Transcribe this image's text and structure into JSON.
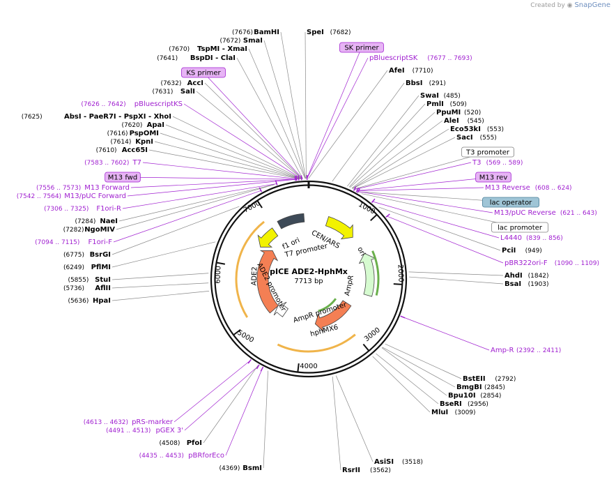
{
  "credit": {
    "prefix": "Created by",
    "brand": "SnapGene"
  },
  "plasmid": {
    "name": "pICE ADE2-HphMx",
    "length": "7713 bp",
    "total_bp": 7713
  },
  "ticks": [
    "1000",
    "2000",
    "3000",
    "4000",
    "5000",
    "6000",
    "7000"
  ],
  "features": [
    {
      "name": "CEN/ARS",
      "start": 7100,
      "end": 7620,
      "color": "#3d4a57",
      "type": "rect"
    },
    {
      "name": "ori",
      "start": 380,
      "end": 1000,
      "color": "#f2f200",
      "type": "arrow-cw",
      "label_inside": true
    },
    {
      "name": "AmpR",
      "start": 1400,
      "end": 2260,
      "color": "#d6fbd0",
      "type": "arrow-ccw",
      "label_inside": true
    },
    {
      "name": "hphMX6",
      "start": 2620,
      "end": 3680,
      "color": "#f47f54",
      "type": "arrow-cw",
      "label_inside": true
    },
    {
      "name": "ADE2",
      "start": 4900,
      "end": 6600,
      "color": "#f47f54",
      "type": "arrow-cw",
      "label_inside": true
    },
    {
      "name": "f1 ori",
      "start": 6500,
      "end": 6950,
      "color": "#f2f200",
      "type": "arrow-ccw"
    },
    {
      "name": "ADE2 promoter",
      "start": 4600,
      "end": 4900,
      "color": "#ffffff",
      "type": "arrow-cw"
    }
  ],
  "inner_labels": {
    "f1_ori": "f1 ori",
    "t7_promoter": "T7 promoter",
    "cen_ars": "CEN/ARS",
    "ori": "ori",
    "ampr": "AmpR",
    "ampr_promoter": "AmpR promoter",
    "hphmx6": "hphMX6",
    "ade2": "ADE2",
    "ade2_promoter": "ADE2 promoter"
  },
  "labels": [
    {
      "kind": "enz",
      "name": "BamHI",
      "pos": "(7676)",
      "bp": 7676
    },
    {
      "kind": "enz",
      "name": "SpeI",
      "pos": "(7682)",
      "bp": 7682
    },
    {
      "kind": "enz",
      "name": "SmaI",
      "pos": "(7672)",
      "bp": 7672
    },
    {
      "kind": "enz",
      "name": "TspMI - XmaI",
      "pos": "(7670)",
      "bp": 7670
    },
    {
      "kind": "enz",
      "name": "BspDI - ClaI",
      "pos": "(7641)",
      "bp": 7641
    },
    {
      "kind": "box",
      "name": "KS primer",
      "bp": 7640,
      "fill": "#e7b4f5",
      "stroke": "#a020d0"
    },
    {
      "kind": "box",
      "name": "SK primer",
      "bp": 7690,
      "fill": "#e7b4f5",
      "stroke": "#a020d0"
    },
    {
      "kind": "prim",
      "name": "pBluescriptSK",
      "pos": "(7677 .. 7693)",
      "bp": 7693
    },
    {
      "kind": "enz",
      "name": "AfeI",
      "pos": "(7710)",
      "bp": 7710
    },
    {
      "kind": "enz",
      "name": "AccI",
      "pos": "(7632)",
      "bp": 7632
    },
    {
      "kind": "enz",
      "name": "SalI",
      "pos": "(7631)",
      "bp": 7631
    },
    {
      "kind": "enz",
      "name": "BbsI",
      "pos": "(291)",
      "bp": 291
    },
    {
      "kind": "prim",
      "name": "pBluescriptKS",
      "pos": "(7626 .. 7642)",
      "bp": 7626
    },
    {
      "kind": "enz",
      "name": "SwaI",
      "pos": "(485)",
      "bp": 485
    },
    {
      "kind": "enz",
      "name": "PmlI",
      "pos": "(509)",
      "bp": 509
    },
    {
      "kind": "enz",
      "name": "AbsI - PaeR7I - PspXI - XhoI",
      "pos": "(7625)",
      "bp": 7625
    },
    {
      "kind": "enz",
      "name": "PpuMI",
      "pos": "(520)",
      "bp": 520
    },
    {
      "kind": "enz",
      "name": "ApaI",
      "pos": "(7620)",
      "bp": 7620
    },
    {
      "kind": "enz",
      "name": "AleI",
      "pos": "(545)",
      "bp": 545
    },
    {
      "kind": "enz",
      "name": "PspOMI",
      "pos": "(7616)",
      "bp": 7616
    },
    {
      "kind": "enz",
      "name": "Eco53kI",
      "pos": "(553)",
      "bp": 553
    },
    {
      "kind": "enz",
      "name": "KpnI",
      "pos": "(7614)",
      "bp": 7614
    },
    {
      "kind": "enz",
      "name": "SacI",
      "pos": "(555)",
      "bp": 555
    },
    {
      "kind": "enz",
      "name": "Acc65I",
      "pos": "(7610)",
      "bp": 7610
    },
    {
      "kind": "box",
      "name": "T3 promoter",
      "bp": 570,
      "fill": "#ffffff",
      "stroke": "#808080"
    },
    {
      "kind": "prim",
      "name": "T7",
      "pos": "(7583 .. 7602)",
      "bp": 7590
    },
    {
      "kind": "prim",
      "name": "T3",
      "pos": "(569 .. 589)",
      "bp": 580
    },
    {
      "kind": "box",
      "name": "M13 fwd",
      "bp": 7560,
      "fill": "#e7b4f5",
      "stroke": "#a020d0"
    },
    {
      "kind": "box",
      "name": "M13 rev",
      "bp": 610,
      "fill": "#e7b4f5",
      "stroke": "#a020d0"
    },
    {
      "kind": "prim",
      "name": "M13 Forward",
      "pos": "(7556 .. 7573)",
      "bp": 7565
    },
    {
      "kind": "prim",
      "name": "M13 Reverse",
      "pos": "(608 .. 624)",
      "bp": 615
    },
    {
      "kind": "prim",
      "name": "M13/pUC Forward",
      "pos": "(7542 .. 7564)",
      "bp": 7550
    },
    {
      "kind": "box",
      "name": "lac operator",
      "bp": 640,
      "fill": "#9fc5d6",
      "stroke": "#4a7f99"
    },
    {
      "kind": "prim",
      "name": "F1ori-R",
      "pos": "(7306 .. 7325)",
      "bp": 7315
    },
    {
      "kind": "prim",
      "name": "M13/pUC Reverse",
      "pos": "(621 .. 643)",
      "bp": 632
    },
    {
      "kind": "enz",
      "name": "NaeI",
      "pos": "(7284)",
      "bp": 7284
    },
    {
      "kind": "box",
      "name": "lac promoter",
      "bp": 680,
      "fill": "#ffffff",
      "stroke": "#808080"
    },
    {
      "kind": "enz",
      "name": "NgoMIV",
      "pos": "(7282)",
      "bp": 7282
    },
    {
      "kind": "prim",
      "name": "L4440",
      "pos": "(839 .. 856)",
      "bp": 848
    },
    {
      "kind": "prim",
      "name": "F1ori-F",
      "pos": "(7094 .. 7115)",
      "bp": 7105
    },
    {
      "kind": "enz",
      "name": "PciI",
      "pos": "(949)",
      "bp": 949
    },
    {
      "kind": "enz",
      "name": "BsrGI",
      "pos": "(6775)",
      "bp": 6775
    },
    {
      "kind": "prim",
      "name": "pBR322ori-F",
      "pos": "(1090 .. 1109)",
      "bp": 1100
    },
    {
      "kind": "enz",
      "name": "PflMI",
      "pos": "(6249)",
      "bp": 6249
    },
    {
      "kind": "enz",
      "name": "AhdI",
      "pos": "(1842)",
      "bp": 1842
    },
    {
      "kind": "enz",
      "name": "StuI",
      "pos": "(5855)",
      "bp": 5855
    },
    {
      "kind": "enz",
      "name": "BsaI",
      "pos": "(1903)",
      "bp": 1903
    },
    {
      "kind": "enz",
      "name": "AflII",
      "pos": "(5736)",
      "bp": 5736
    },
    {
      "kind": "enz",
      "name": "HpaI",
      "pos": "(5636)",
      "bp": 5636
    },
    {
      "kind": "prim",
      "name": "Amp-R",
      "pos": "(2392 .. 2411)",
      "bp": 2400
    },
    {
      "kind": "enz",
      "name": "BstEII",
      "pos": "(2792)",
      "bp": 2792
    },
    {
      "kind": "enz",
      "name": "BmgBI",
      "pos": "(2845)",
      "bp": 2845
    },
    {
      "kind": "enz",
      "name": "Bpu10I",
      "pos": "(2854)",
      "bp": 2854
    },
    {
      "kind": "prim",
      "name": "pRS-marker",
      "pos": "(4613 .. 4632)",
      "bp": 4620
    },
    {
      "kind": "enz",
      "name": "BseRI",
      "pos": "(2956)",
      "bp": 2956
    },
    {
      "kind": "prim",
      "name": "pGEX 3'",
      "pos": "(4491 .. 4513)",
      "bp": 4500
    },
    {
      "kind": "enz",
      "name": "MluI",
      "pos": "(3009)",
      "bp": 3009
    },
    {
      "kind": "enz",
      "name": "PfoI",
      "pos": "(4508)",
      "bp": 4508
    },
    {
      "kind": "prim",
      "name": "pBRforEco",
      "pos": "(4435 .. 4453)",
      "bp": 4444
    },
    {
      "kind": "enz",
      "name": "AsiSI",
      "pos": "(3518)",
      "bp": 3518
    },
    {
      "kind": "enz",
      "name": "BsmI",
      "pos": "(4369)",
      "bp": 4369
    },
    {
      "kind": "enz",
      "name": "RsrII",
      "pos": "(3562)",
      "bp": 3562
    }
  ]
}
